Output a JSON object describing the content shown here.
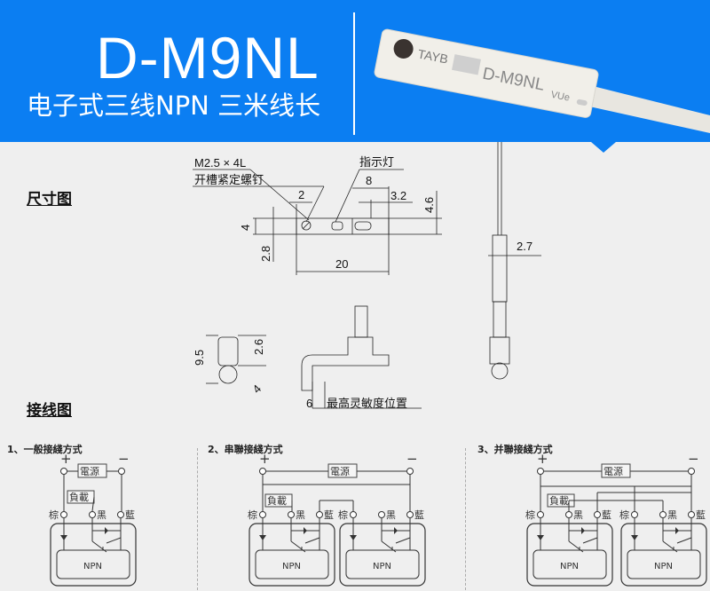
{
  "header": {
    "title": "D-M9NL",
    "subtitle": "电子式三线NPN 三米线长"
  },
  "product": {
    "brand": "TAYB",
    "model": "D-M9NL",
    "mark": "VUe"
  },
  "sections": {
    "dimensions": "尺寸图",
    "wiring": "接线图"
  },
  "dimensions": {
    "screw_spec": "M2.5 × 4L",
    "screw_name": "开槽紧定螺钉",
    "indicator": "指示灯",
    "d_2": "2",
    "d_8": "8",
    "d_3_2": "3.2",
    "d_4_6": "4.6",
    "d_4": "4",
    "d_2_8": "2.8",
    "d_20": "20",
    "d_2_7": "2.7",
    "d_9_5": "9.5",
    "d_2_6": "2.6",
    "d_4b": "4",
    "d_6": "6",
    "sensitivity": "最高灵敏度位置"
  },
  "wiring": {
    "titles": [
      "1、一般接綫方式",
      "2、串聯接綫方式",
      "3、并聯接綫方式"
    ],
    "plus": "+",
    "minus": "−",
    "power": "電源",
    "load": "負載",
    "brown": "棕",
    "black": "黑",
    "blue": "藍",
    "npn": "NPN"
  },
  "colors": {
    "brand_blue": "#0b7ef2",
    "background": "#efefef"
  }
}
